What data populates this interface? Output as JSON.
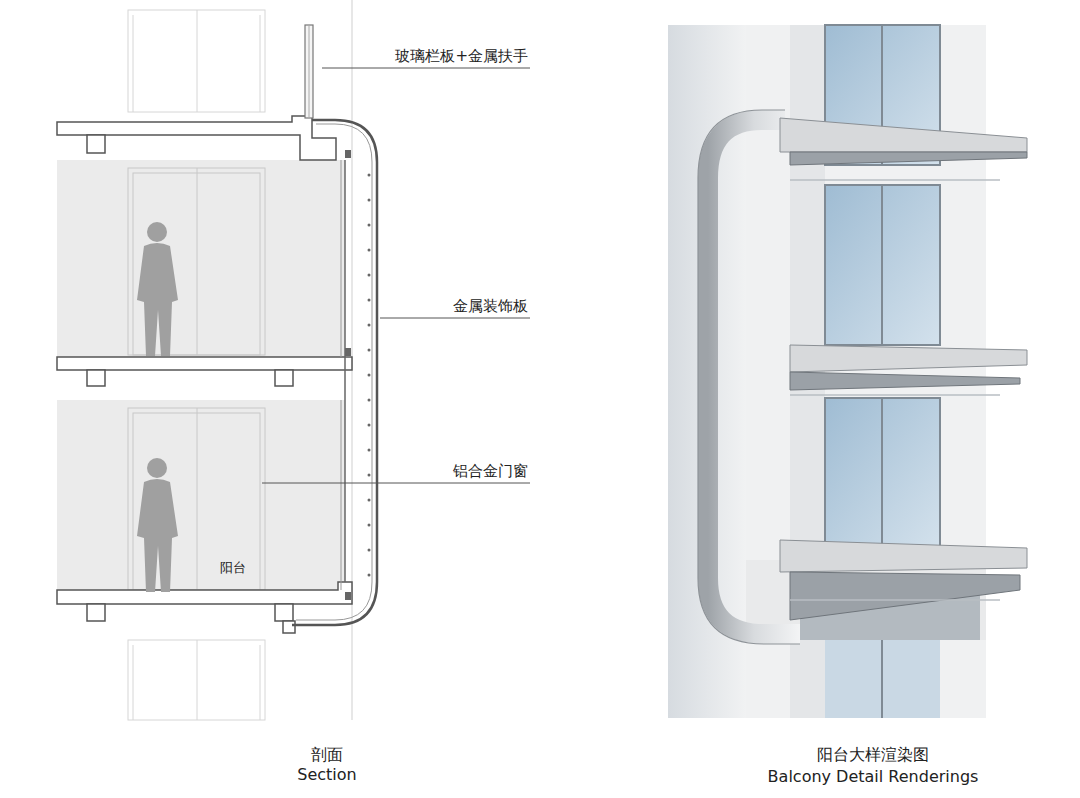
{
  "diagram": {
    "labels": [
      "玻璃栏板+金属扶手",
      "金属装饰板",
      "铝合金门窗",
      "阳台",
      "剖面",
      "Section",
      "阳台大样渲染图",
      "Balcony Detail Renderings"
    ]
  }
}
